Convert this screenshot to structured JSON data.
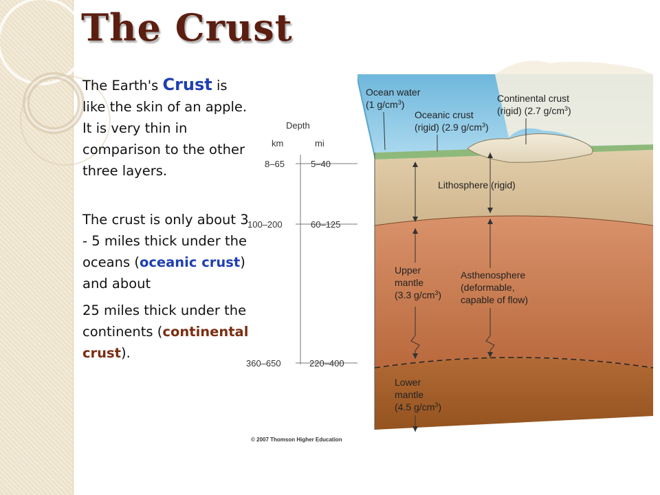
{
  "title": "The Crust",
  "paragraph1": {
    "lead": "The Earth's ",
    "keyword": "Crust",
    "rest": " is like the skin of an apple. It is very thin in comparison to the other three layers."
  },
  "paragraph2": {
    "lead": "The crust is only about 3 - 5 miles thick under the oceans (",
    "keyword": "oceanic crust",
    "rest": ") and about"
  },
  "paragraph3": {
    "lead": "25 miles thick under the continents (",
    "keyword": "continental crust",
    "rest": ")."
  },
  "diagram": {
    "depth_label": "Depth",
    "km_label": "km",
    "mi_label": "mi",
    "depth_rows": [
      {
        "km": "8–65",
        "mi": "5–40"
      },
      {
        "km": "100–200",
        "mi": "60–125"
      },
      {
        "km": "360–650",
        "mi": "220–400"
      }
    ],
    "ocean_water": {
      "name": "Ocean water",
      "density": "(1 g/cm",
      "sup": "3",
      "close": ")"
    },
    "oceanic_crust": {
      "name": "Oceanic crust",
      "desc": "(rigid) (2.9 g/cm",
      "sup": "3",
      "close": ")"
    },
    "continental_crust": {
      "name": "Continental crust",
      "desc": "(rigid) (2.7 g/cm",
      "sup": "3",
      "close": ")"
    },
    "lithosphere": "Lithosphere (rigid)",
    "upper_mantle": {
      "line1": "Upper",
      "line2": "mantle",
      "density": "(3.3 g/cm",
      "sup": "3",
      "close": ")"
    },
    "asthenosphere": {
      "line1": "Asthenosphere",
      "line2": "(deformable,",
      "line3": "capable of flow)"
    },
    "lower_mantle": {
      "line1": "Lower",
      "line2": "mantle",
      "density": "(4.5 g/cm",
      "sup": "3",
      "close": ")"
    },
    "copyright": "© 2007 Thomson Higher Education"
  },
  "colors": {
    "title": "#5b1e10",
    "keyword_blue": "#1f3fb0",
    "keyword_brown": "#7a2e12",
    "sidebar": "#f1e6cf",
    "ocean": "#8fcbe6",
    "lithosphere": "#d8c19d",
    "upper_mantle": "#c97a4c",
    "lower_mantle": "#a9622f"
  }
}
